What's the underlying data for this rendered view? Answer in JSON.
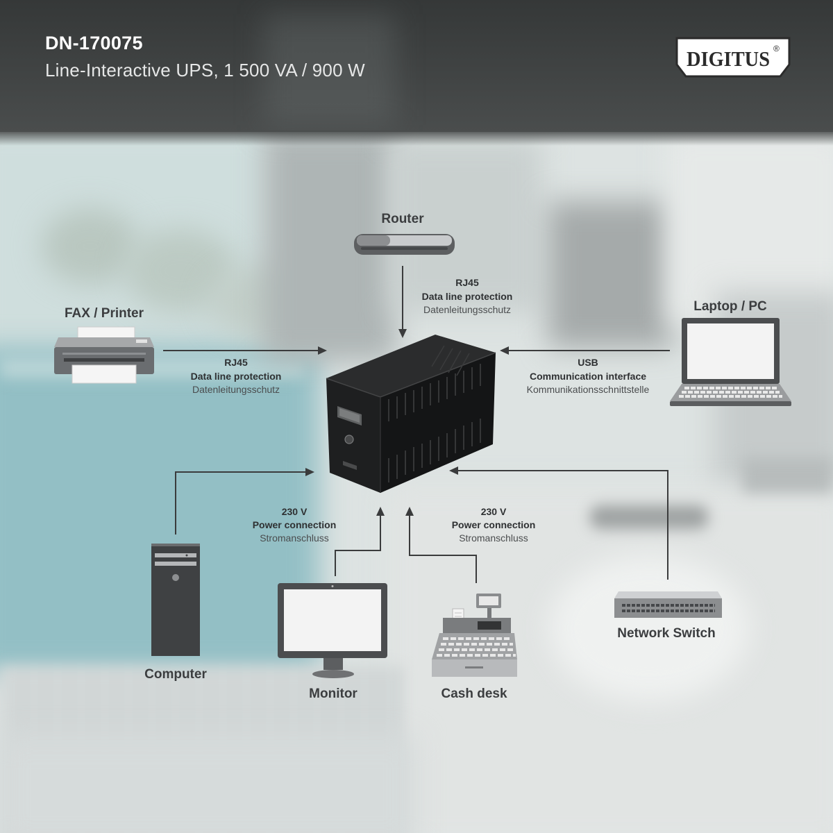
{
  "header": {
    "title": "DN-170075",
    "subtitle": "Line-Interactive UPS, 1 500 VA / 900 W"
  },
  "logo": {
    "text": "DIGITUS",
    "mark": "®"
  },
  "devices": {
    "router": {
      "label": "Router",
      "icon": "router-icon"
    },
    "printer": {
      "label": "FAX / Printer",
      "icon": "printer-icon"
    },
    "laptop": {
      "label": "Laptop / PC",
      "icon": "laptop-icon"
    },
    "computer": {
      "label": "Computer",
      "icon": "computer-tower-icon"
    },
    "monitor": {
      "label": "Monitor",
      "icon": "monitor-icon"
    },
    "cashdesk": {
      "label": "Cash desk",
      "icon": "cash-register-icon"
    },
    "switch": {
      "label": "Network Switch",
      "icon": "network-switch-icon"
    },
    "ups": {
      "icon": "ups-icon"
    }
  },
  "connections": {
    "router": {
      "type": "RJ45",
      "en": "Data line protection",
      "de": "Datenleitungsschutz"
    },
    "printer": {
      "type": "RJ45",
      "en": "Data line protection",
      "de": "Datenleitungsschutz"
    },
    "laptop": {
      "type": "USB",
      "en": "Communication interface",
      "de": "Kommunikationsschnittstelle"
    },
    "power_left": {
      "type": "230 V",
      "en": "Power connection",
      "de": "Stromanschluss"
    },
    "power_right": {
      "type": "230 V",
      "en": "Power connection",
      "de": "Stromanschluss"
    }
  },
  "colors": {
    "header_top": "#353838",
    "header_bottom": "#4a4d4d",
    "connector": "#3a3b3c",
    "label": "#3b3d3f",
    "ups_body": "#1b1c1d"
  }
}
